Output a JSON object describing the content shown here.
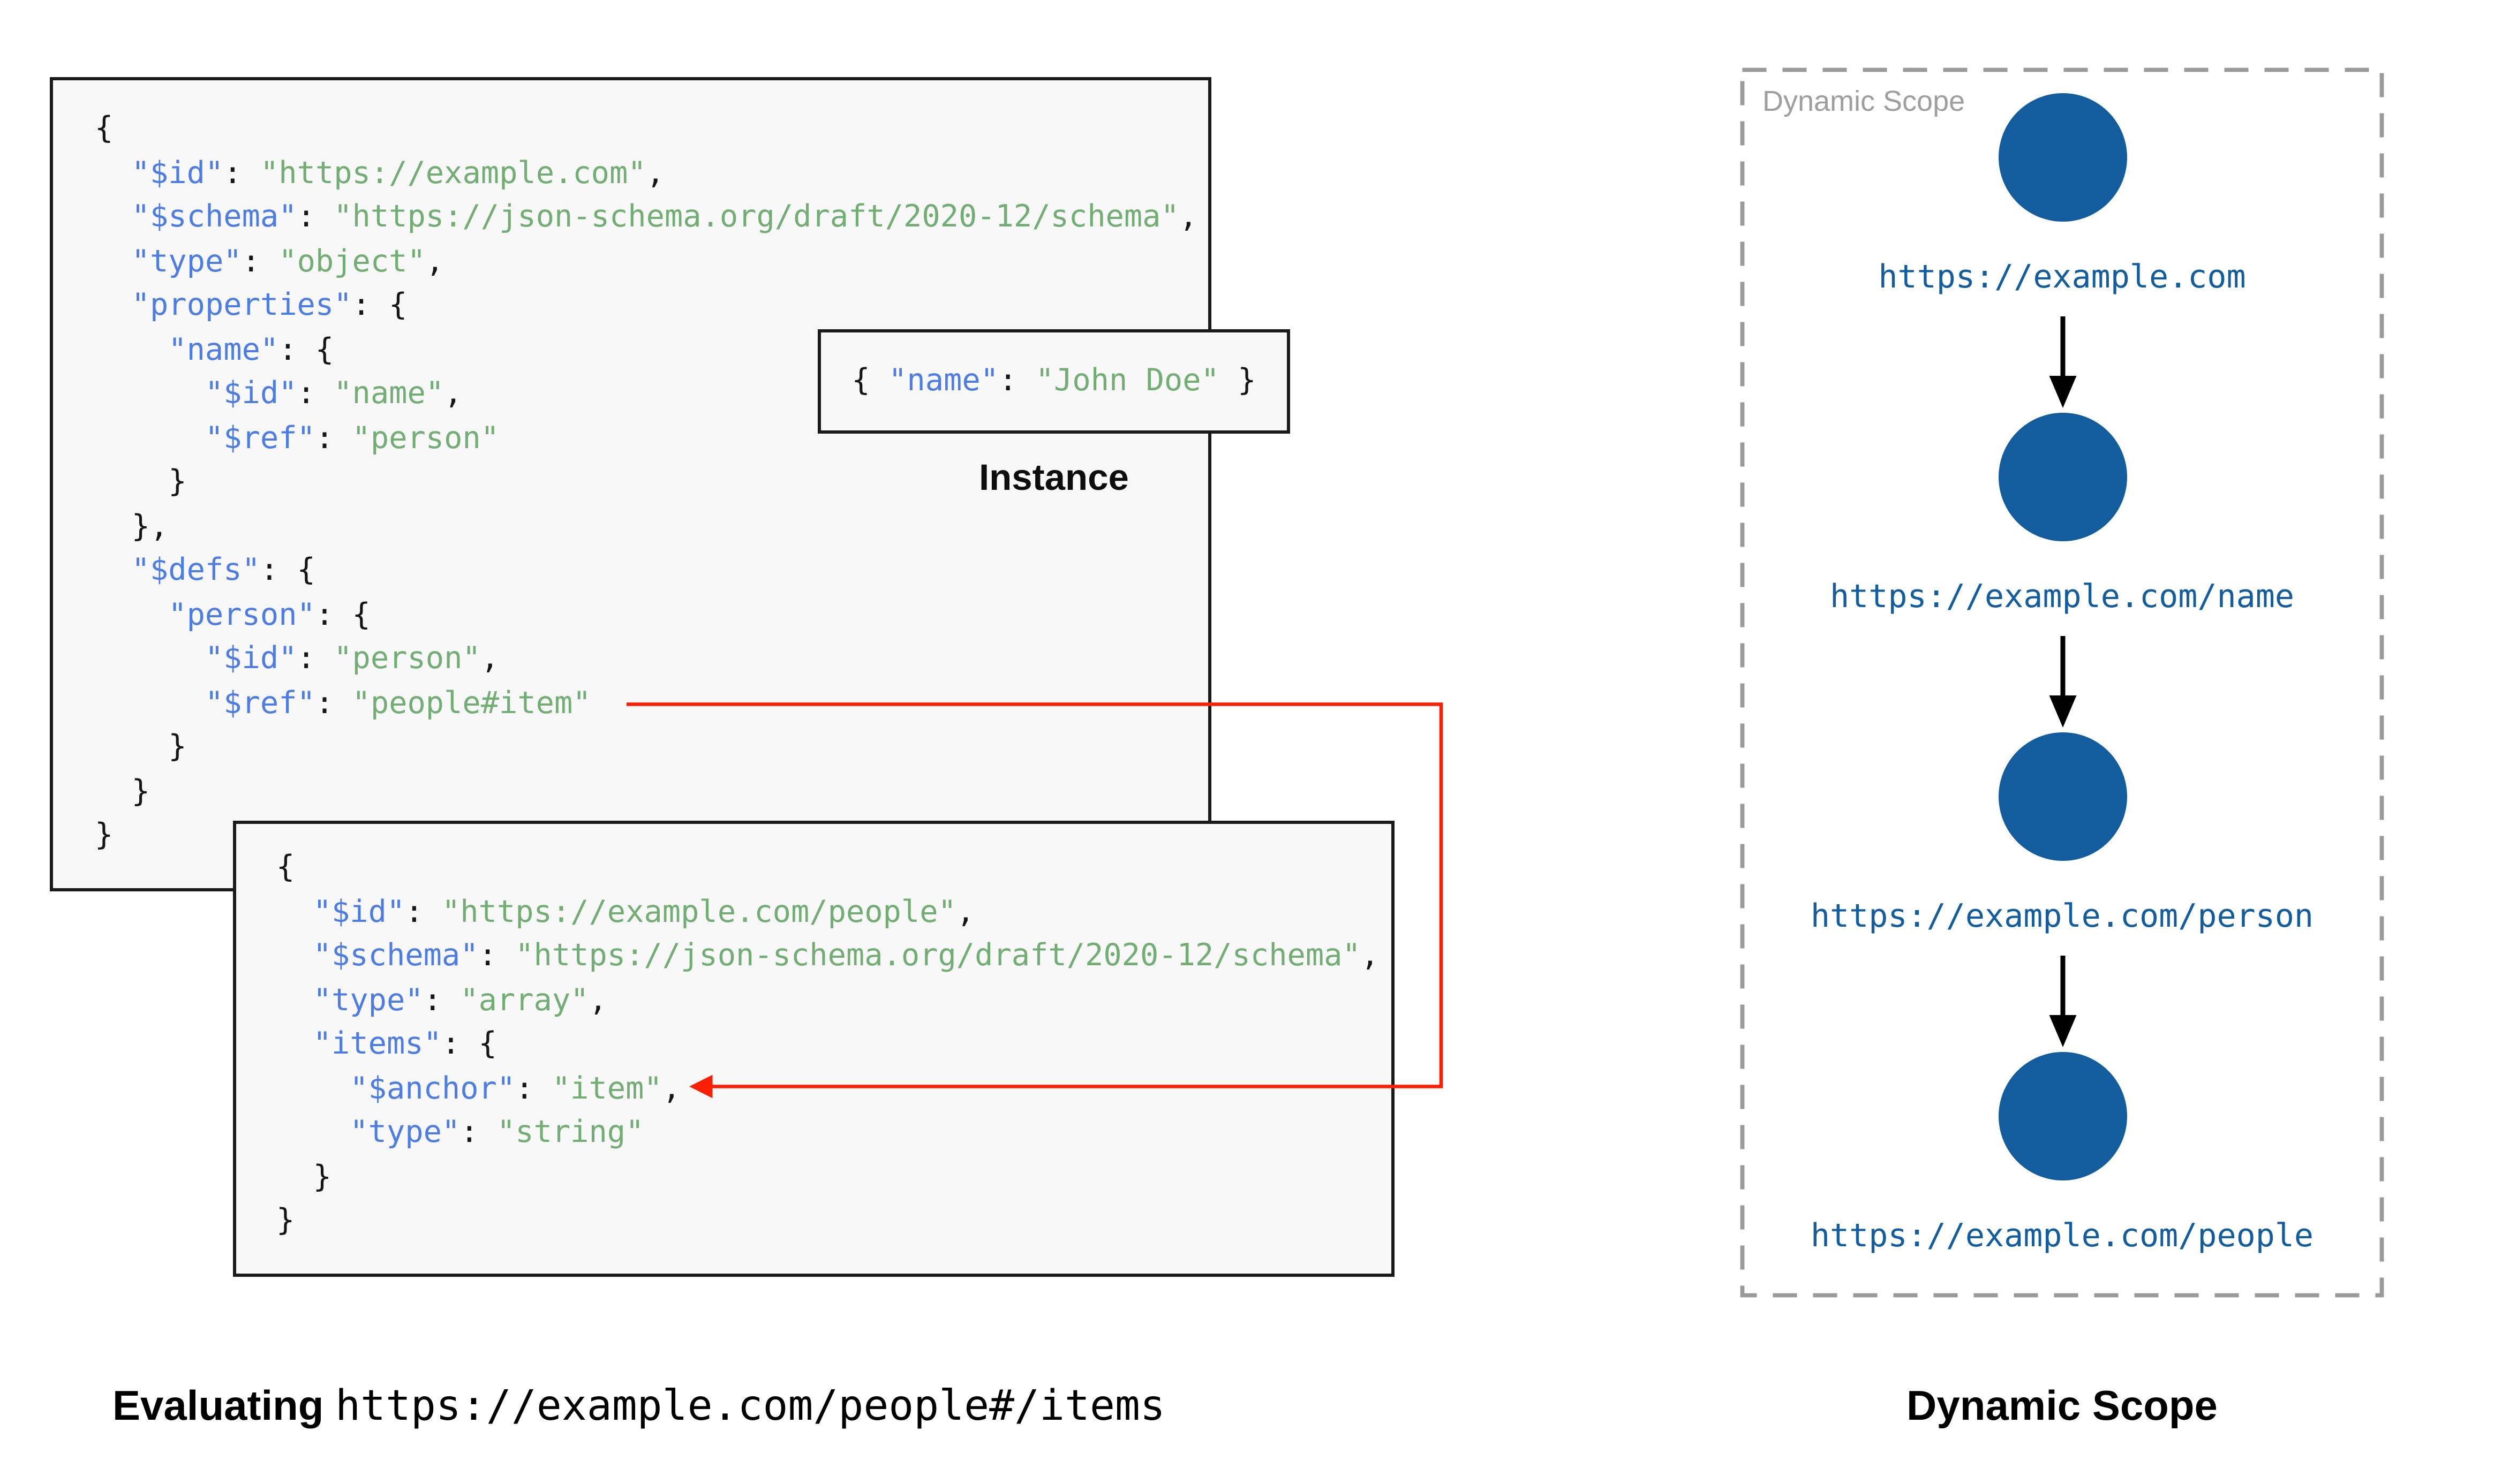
{
  "colors": {
    "key": "#4d7de4",
    "str": "#72ae74",
    "plain": "#151515",
    "blue": "#135c9e",
    "red": "#fb2004",
    "box_bg": "#f8f8f8",
    "box_border": "#1a1a1a",
    "gray": "#9e9e9e",
    "dash_gray": "#9a9a9a",
    "arrow_black": "#000000"
  },
  "root_schema": {
    "lines": [
      [
        [
          "p",
          "{"
        ]
      ],
      [
        [
          "p",
          "  "
        ],
        [
          "k",
          "\"$id\""
        ],
        [
          "p",
          ": "
        ],
        [
          "s",
          "\"https://example.com\""
        ],
        [
          "p",
          ","
        ]
      ],
      [
        [
          "p",
          "  "
        ],
        [
          "k",
          "\"$schema\""
        ],
        [
          "p",
          ": "
        ],
        [
          "s",
          "\"https://json-schema.org/draft/2020-12/schema\""
        ],
        [
          "p",
          ","
        ]
      ],
      [
        [
          "p",
          "  "
        ],
        [
          "k",
          "\"type\""
        ],
        [
          "p",
          ": "
        ],
        [
          "s",
          "\"object\""
        ],
        [
          "p",
          ","
        ]
      ],
      [
        [
          "p",
          "  "
        ],
        [
          "k",
          "\"properties\""
        ],
        [
          "p",
          ": {"
        ]
      ],
      [
        [
          "p",
          "    "
        ],
        [
          "k",
          "\"name\""
        ],
        [
          "p",
          ": {"
        ]
      ],
      [
        [
          "p",
          "      "
        ],
        [
          "k",
          "\"$id\""
        ],
        [
          "p",
          ": "
        ],
        [
          "s",
          "\"name\""
        ],
        [
          "p",
          ","
        ]
      ],
      [
        [
          "p",
          "      "
        ],
        [
          "k",
          "\"$ref\""
        ],
        [
          "p",
          ": "
        ],
        [
          "s",
          "\"person\""
        ]
      ],
      [
        [
          "p",
          "    }"
        ]
      ],
      [
        [
          "p",
          "  },"
        ]
      ],
      [
        [
          "p",
          "  "
        ],
        [
          "k",
          "\"$defs\""
        ],
        [
          "p",
          ": {"
        ]
      ],
      [
        [
          "p",
          "    "
        ],
        [
          "k",
          "\"person\""
        ],
        [
          "p",
          ": {"
        ]
      ],
      [
        [
          "p",
          "      "
        ],
        [
          "k",
          "\"$id\""
        ],
        [
          "p",
          ": "
        ],
        [
          "s",
          "\"person\""
        ],
        [
          "p",
          ","
        ]
      ],
      [
        [
          "p",
          "      "
        ],
        [
          "k",
          "\"$ref\""
        ],
        [
          "p",
          ": "
        ],
        [
          "s",
          "\"people#item\""
        ]
      ],
      [
        [
          "p",
          "    }"
        ]
      ],
      [
        [
          "p",
          "  }"
        ]
      ],
      [
        [
          "p",
          "}"
        ]
      ]
    ]
  },
  "people_schema": {
    "lines": [
      [
        [
          "p",
          "{"
        ]
      ],
      [
        [
          "p",
          "  "
        ],
        [
          "k",
          "\"$id\""
        ],
        [
          "p",
          ": "
        ],
        [
          "s",
          "\"https://example.com/people\""
        ],
        [
          "p",
          ","
        ]
      ],
      [
        [
          "p",
          "  "
        ],
        [
          "k",
          "\"$schema\""
        ],
        [
          "p",
          ": "
        ],
        [
          "s",
          "\"https://json-schema.org/draft/2020-12/schema\""
        ],
        [
          "p",
          ","
        ]
      ],
      [
        [
          "p",
          "  "
        ],
        [
          "k",
          "\"type\""
        ],
        [
          "p",
          ": "
        ],
        [
          "s",
          "\"array\""
        ],
        [
          "p",
          ","
        ]
      ],
      [
        [
          "p",
          "  "
        ],
        [
          "k",
          "\"items\""
        ],
        [
          "p",
          ": {"
        ]
      ],
      [
        [
          "p",
          "    "
        ],
        [
          "k",
          "\"$anchor\""
        ],
        [
          "p",
          ": "
        ],
        [
          "s",
          "\"item\""
        ],
        [
          "p",
          ","
        ]
      ],
      [
        [
          "p",
          "    "
        ],
        [
          "k",
          "\"type\""
        ],
        [
          "p",
          ": "
        ],
        [
          "s",
          "\"string\""
        ]
      ],
      [
        [
          "p",
          "  }"
        ]
      ],
      [
        [
          "p",
          "}"
        ]
      ]
    ]
  },
  "instance": {
    "line": [
      [
        "p",
        "{ "
      ],
      [
        "k",
        "\"name\""
      ],
      [
        "p",
        ": "
      ],
      [
        "s",
        "\"John Doe\""
      ],
      [
        "p",
        " }"
      ]
    ],
    "label": "Instance"
  },
  "scope": {
    "watermark": "Dynamic Scope",
    "nodes": [
      {
        "uri": "https://example.com"
      },
      {
        "uri": "https://example.com/name"
      },
      {
        "uri": "https://example.com/person"
      },
      {
        "uri": "https://example.com/people"
      }
    ]
  },
  "captions": {
    "evaluating_label": "Evaluating",
    "evaluating_uri": "https://example.com/people#/items",
    "dynamic_scope": "Dynamic Scope"
  }
}
